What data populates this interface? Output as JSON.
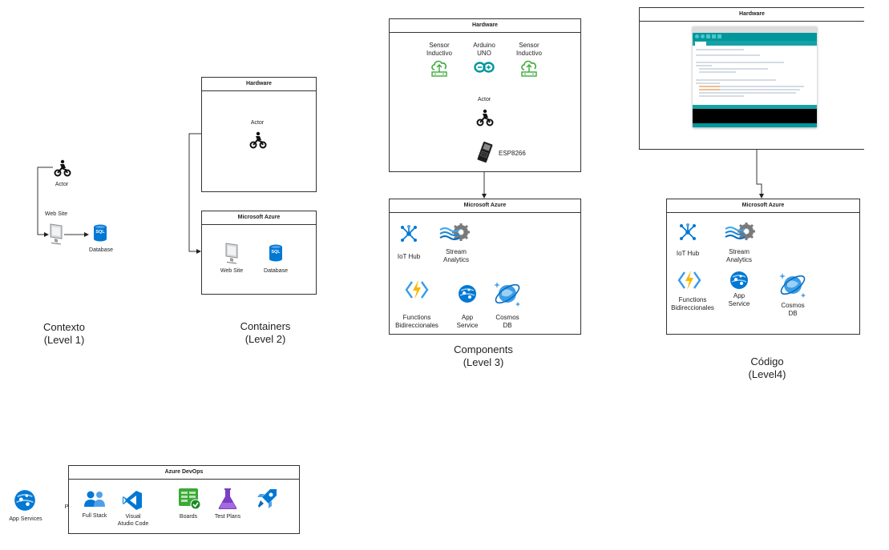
{
  "level1": {
    "actor_label": "Actor",
    "website_label": "Web Site",
    "database_label": "Database",
    "sql_text": "SQL",
    "caption_line1": "Contexto",
    "caption_line2": "(Level 1)"
  },
  "level2": {
    "hardware_title": "Hardware",
    "actor_label": "Actor",
    "azure_title": "Microsoft Azure",
    "website_label": "Web Site",
    "database_label": "Database",
    "sql_text": "SQL",
    "caption_line1": "Containers",
    "caption_line2": "(Level 2)"
  },
  "level3": {
    "hardware_title": "Hardware",
    "sensor_left_line1": "Sensor",
    "sensor_left_line2": "Inductivo",
    "arduino_line1": "Arduino",
    "arduino_line2": "UNO",
    "sensor_right_line1": "Sensor",
    "sensor_right_line2": "Inductivo",
    "actor_label": "Actor",
    "esp_label": "ESP8266",
    "azure_title": "Microsoft Azure",
    "iot_hub": "IoT Hub",
    "stream_line1": "Stream",
    "stream_line2": "Analytics",
    "functions_line1": "Functions",
    "functions_line2": "Bidireccionales",
    "app_line1": "App",
    "app_line2": "Service",
    "cosmos_line1": "Cosmos",
    "cosmos_line2": "DB",
    "caption_line1": "Components",
    "caption_line2": "(Level 3)"
  },
  "level4": {
    "hardware_title": "Hardware",
    "azure_title": "Microsoft Azure",
    "iot_hub": "IoT Hub",
    "stream_line1": "Stream",
    "stream_line2": "Analytics",
    "functions_line1": "Functions",
    "functions_line2": "Bidireccionales",
    "app_line1": "App",
    "app_line2": "Service",
    "cosmos_line1": "Cosmos",
    "cosmos_line2": "DB",
    "caption_line1": "Código",
    "caption_line2": "(Level4)"
  },
  "devops": {
    "title": "Azure DevOps",
    "app_services": "App Services",
    "pipelines": "Pipelines",
    "full_stack": "Full Stack",
    "vscode_line1": "Visual",
    "vscode_line2": "Atudio Code",
    "boards": "Boards",
    "test_plans": "Test Plans"
  },
  "colors": {
    "azure_blue": "#0078D4",
    "green_iot": "#3BAA35",
    "arduino_teal": "#00979C",
    "lightning": "#F7B900",
    "line": "#333333"
  }
}
